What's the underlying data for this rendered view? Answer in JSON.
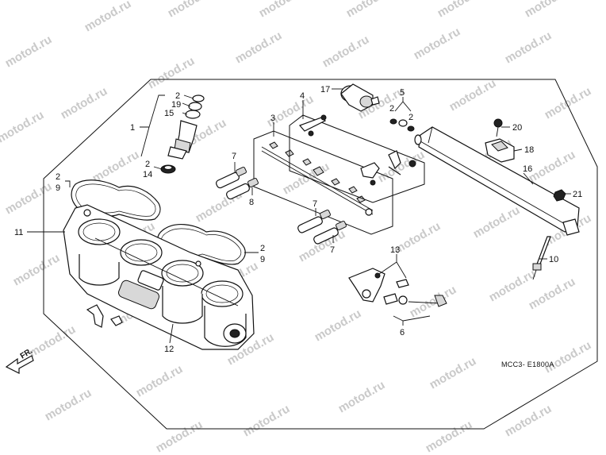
{
  "watermark": {
    "text": "motod.ru",
    "color": "#c9c9c9"
  },
  "diagram": {
    "direction_label": "FR.",
    "diagram_code": "MCC3- E1800A",
    "callouts": [
      {
        "id": "c1",
        "text": "1"
      },
      {
        "id": "c2a",
        "text": "2"
      },
      {
        "id": "c19",
        "text": "19"
      },
      {
        "id": "c15",
        "text": "15"
      },
      {
        "id": "c2b",
        "text": "2"
      },
      {
        "id": "c14",
        "text": "14"
      },
      {
        "id": "c2c",
        "text": "2"
      },
      {
        "id": "c9a",
        "text": "9"
      },
      {
        "id": "c11",
        "text": "11"
      },
      {
        "id": "c2d",
        "text": "2"
      },
      {
        "id": "c9b",
        "text": "9"
      },
      {
        "id": "c12",
        "text": "12"
      },
      {
        "id": "c3",
        "text": "3"
      },
      {
        "id": "c4",
        "text": "4"
      },
      {
        "id": "c7a",
        "text": "7"
      },
      {
        "id": "c8",
        "text": "8"
      },
      {
        "id": "c7b",
        "text": "7"
      },
      {
        "id": "c7c",
        "text": "7"
      },
      {
        "id": "c17",
        "text": "17"
      },
      {
        "id": "c5",
        "text": "5"
      },
      {
        "id": "c2e",
        "text": "2"
      },
      {
        "id": "c2f",
        "text": "2"
      },
      {
        "id": "c20",
        "text": "20"
      },
      {
        "id": "c18",
        "text": "18"
      },
      {
        "id": "c16",
        "text": "16"
      },
      {
        "id": "c21",
        "text": "21"
      },
      {
        "id": "c10",
        "text": "10"
      },
      {
        "id": "c13",
        "text": "13"
      },
      {
        "id": "c6",
        "text": "6"
      }
    ]
  }
}
